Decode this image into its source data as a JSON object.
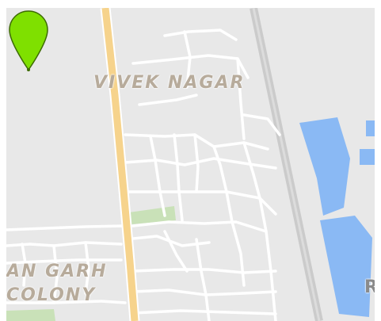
{
  "map": {
    "labels": {
      "vivek_nagar": "VIVEK NAGAR",
      "colony_line1": "AN GARH",
      "colony_line2": "COLONY",
      "edge_letter": "R"
    },
    "marker": {
      "icon": "map-pin-icon",
      "color": "#7fe000"
    },
    "colors": {
      "land": "#e8e8e8",
      "road": "#ffffff",
      "highway": "#f6d38c",
      "water": "#8ab9f4",
      "park": "#c9e1b8",
      "railway": "#cbcbcb",
      "label": "#b7ab9b"
    }
  }
}
